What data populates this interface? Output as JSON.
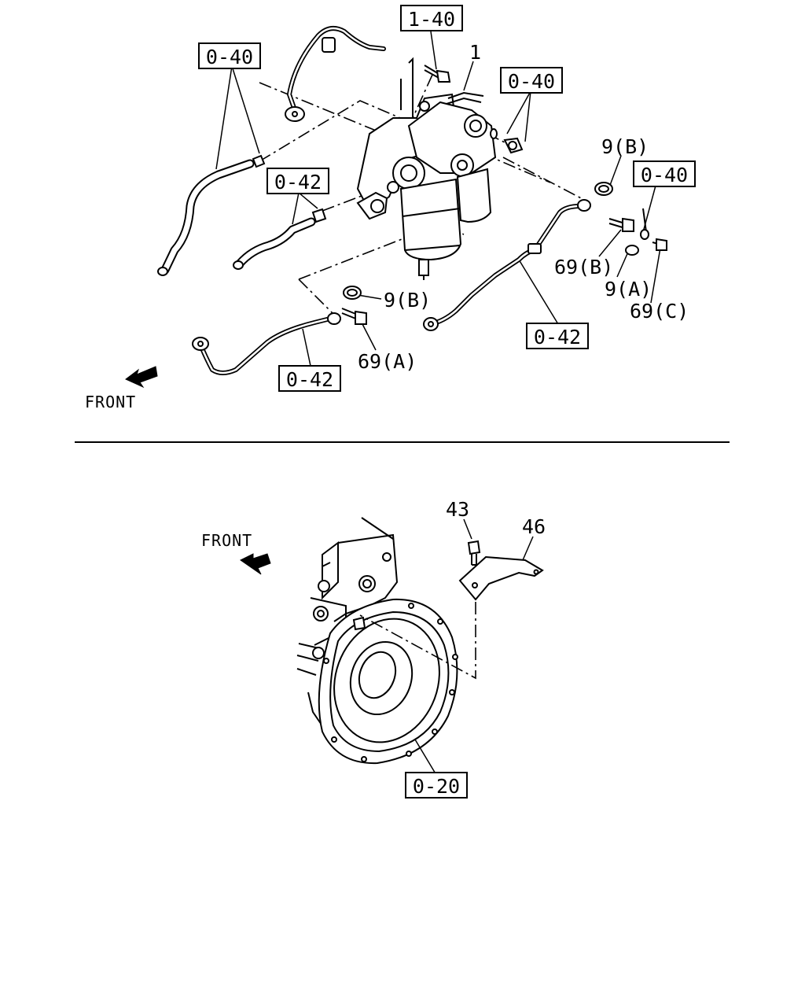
{
  "top_diagram": {
    "refs": {
      "ref_1_40": "1-40",
      "ref_0_40_left": "0-40",
      "ref_0_40_mid": "0-40",
      "ref_0_40_right": "0-40",
      "ref_0_42_upper": "0-42",
      "ref_0_42_right": "0-42",
      "ref_0_42_bottom": "0-42"
    },
    "parts": {
      "p_1": "1",
      "p_9b_upper": "9(B)",
      "p_69b": "69(B)",
      "p_9a": "9(A)",
      "p_69c": "69(C)",
      "p_9b_lower": "9(B)",
      "p_69a": "69(A)"
    },
    "front_label": "FRONT"
  },
  "bottom_diagram": {
    "parts": {
      "p_43": "43",
      "p_46": "46"
    },
    "refs": {
      "ref_0_20": "0-20"
    },
    "front_label": "FRONT"
  }
}
